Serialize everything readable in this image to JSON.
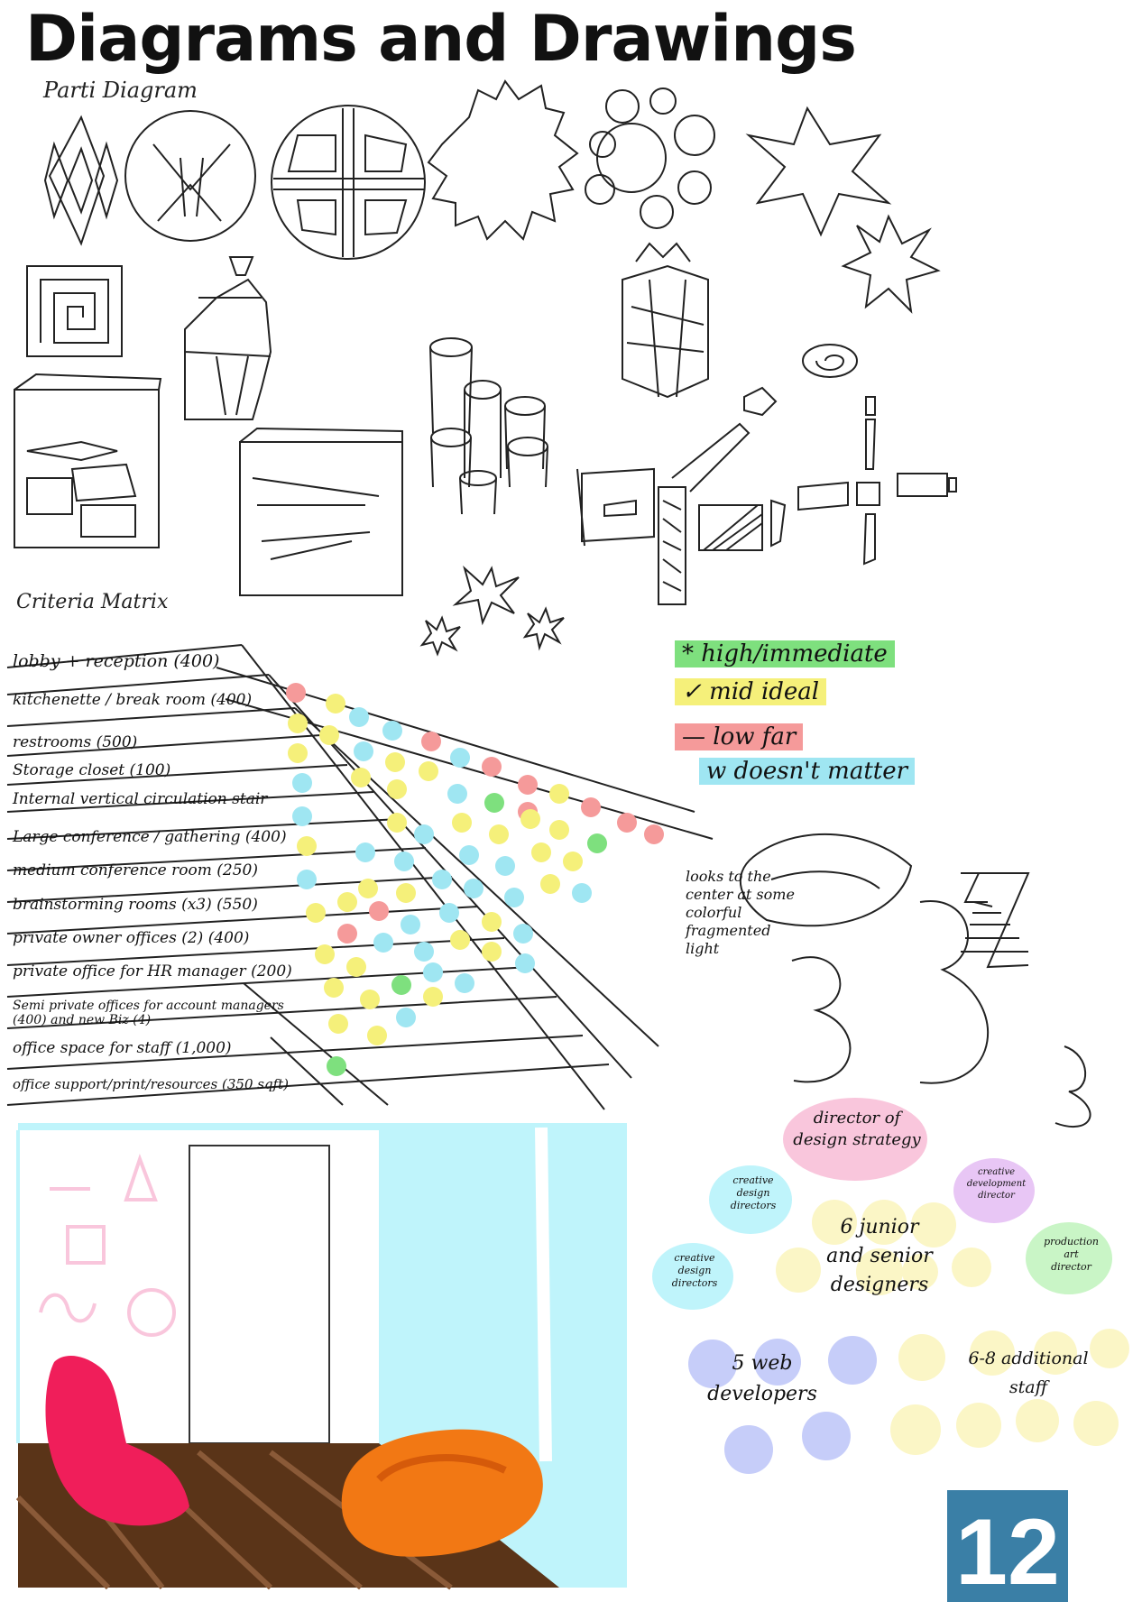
{
  "title": "Diagrams and Drawings",
  "parti_label": "Parti Diagram",
  "criteria_label": "Criteria Matrix",
  "rooms": [
    "lobby + reception (400)",
    "kitchenette / break room (400)",
    "restrooms (500)",
    "Storage closet (100)",
    "Internal vertical circulation stair",
    "Large conference / gathering (400)",
    "medium conference room (250)",
    "brainstorming rooms (x3) (550)",
    "private owner offices (2) (400)",
    "private office for HR manager (200)",
    "Semi private offices for account managers (400) and new Biz (4)",
    "office space for staff (1,000)",
    "office support/print/resources (350 sqft)"
  ],
  "legend": [
    {
      "symbol": "*",
      "text": "high/immediate",
      "color": "#7ee07e"
    },
    {
      "symbol": "✓",
      "text": "mid ideal",
      "color": "#f5f07a"
    },
    {
      "symbol": "—",
      "text": "low far",
      "color": "#f59a9a"
    },
    {
      "symbol": "w",
      "text": "doesn't matter",
      "color": "#9fe6f2"
    }
  ],
  "light_note": [
    "looks to the",
    "center at some",
    "colorful",
    "fragmented",
    "light"
  ],
  "org_chart": {
    "director": [
      "director of",
      "design strategy"
    ],
    "creative_design_top": [
      "creative",
      "design",
      "directors"
    ],
    "creative_design_left": [
      "creative",
      "design",
      "directors"
    ],
    "creative_dev": [
      "creative",
      "development",
      "director"
    ],
    "production_art": [
      "production",
      "art",
      "director"
    ],
    "junior_senior": [
      "6 junior",
      "and senior",
      "designers"
    ],
    "web_devs": [
      "5 web",
      "developers"
    ],
    "additional_staff": [
      "6-8 additional",
      "staff"
    ]
  },
  "page_number": "12",
  "colors": {
    "green": "#7ee07e",
    "yellow": "#f5f07a",
    "red": "#f59a9a",
    "cyan": "#9fe6f2",
    "pink": "#f9c6dc",
    "lavender": "#e8c6f5",
    "lightgreen": "#c9f5c6",
    "blue": "#c6cdf9",
    "paleyellow": "#fbf6c6",
    "page_blue": "#3a7fa6"
  }
}
